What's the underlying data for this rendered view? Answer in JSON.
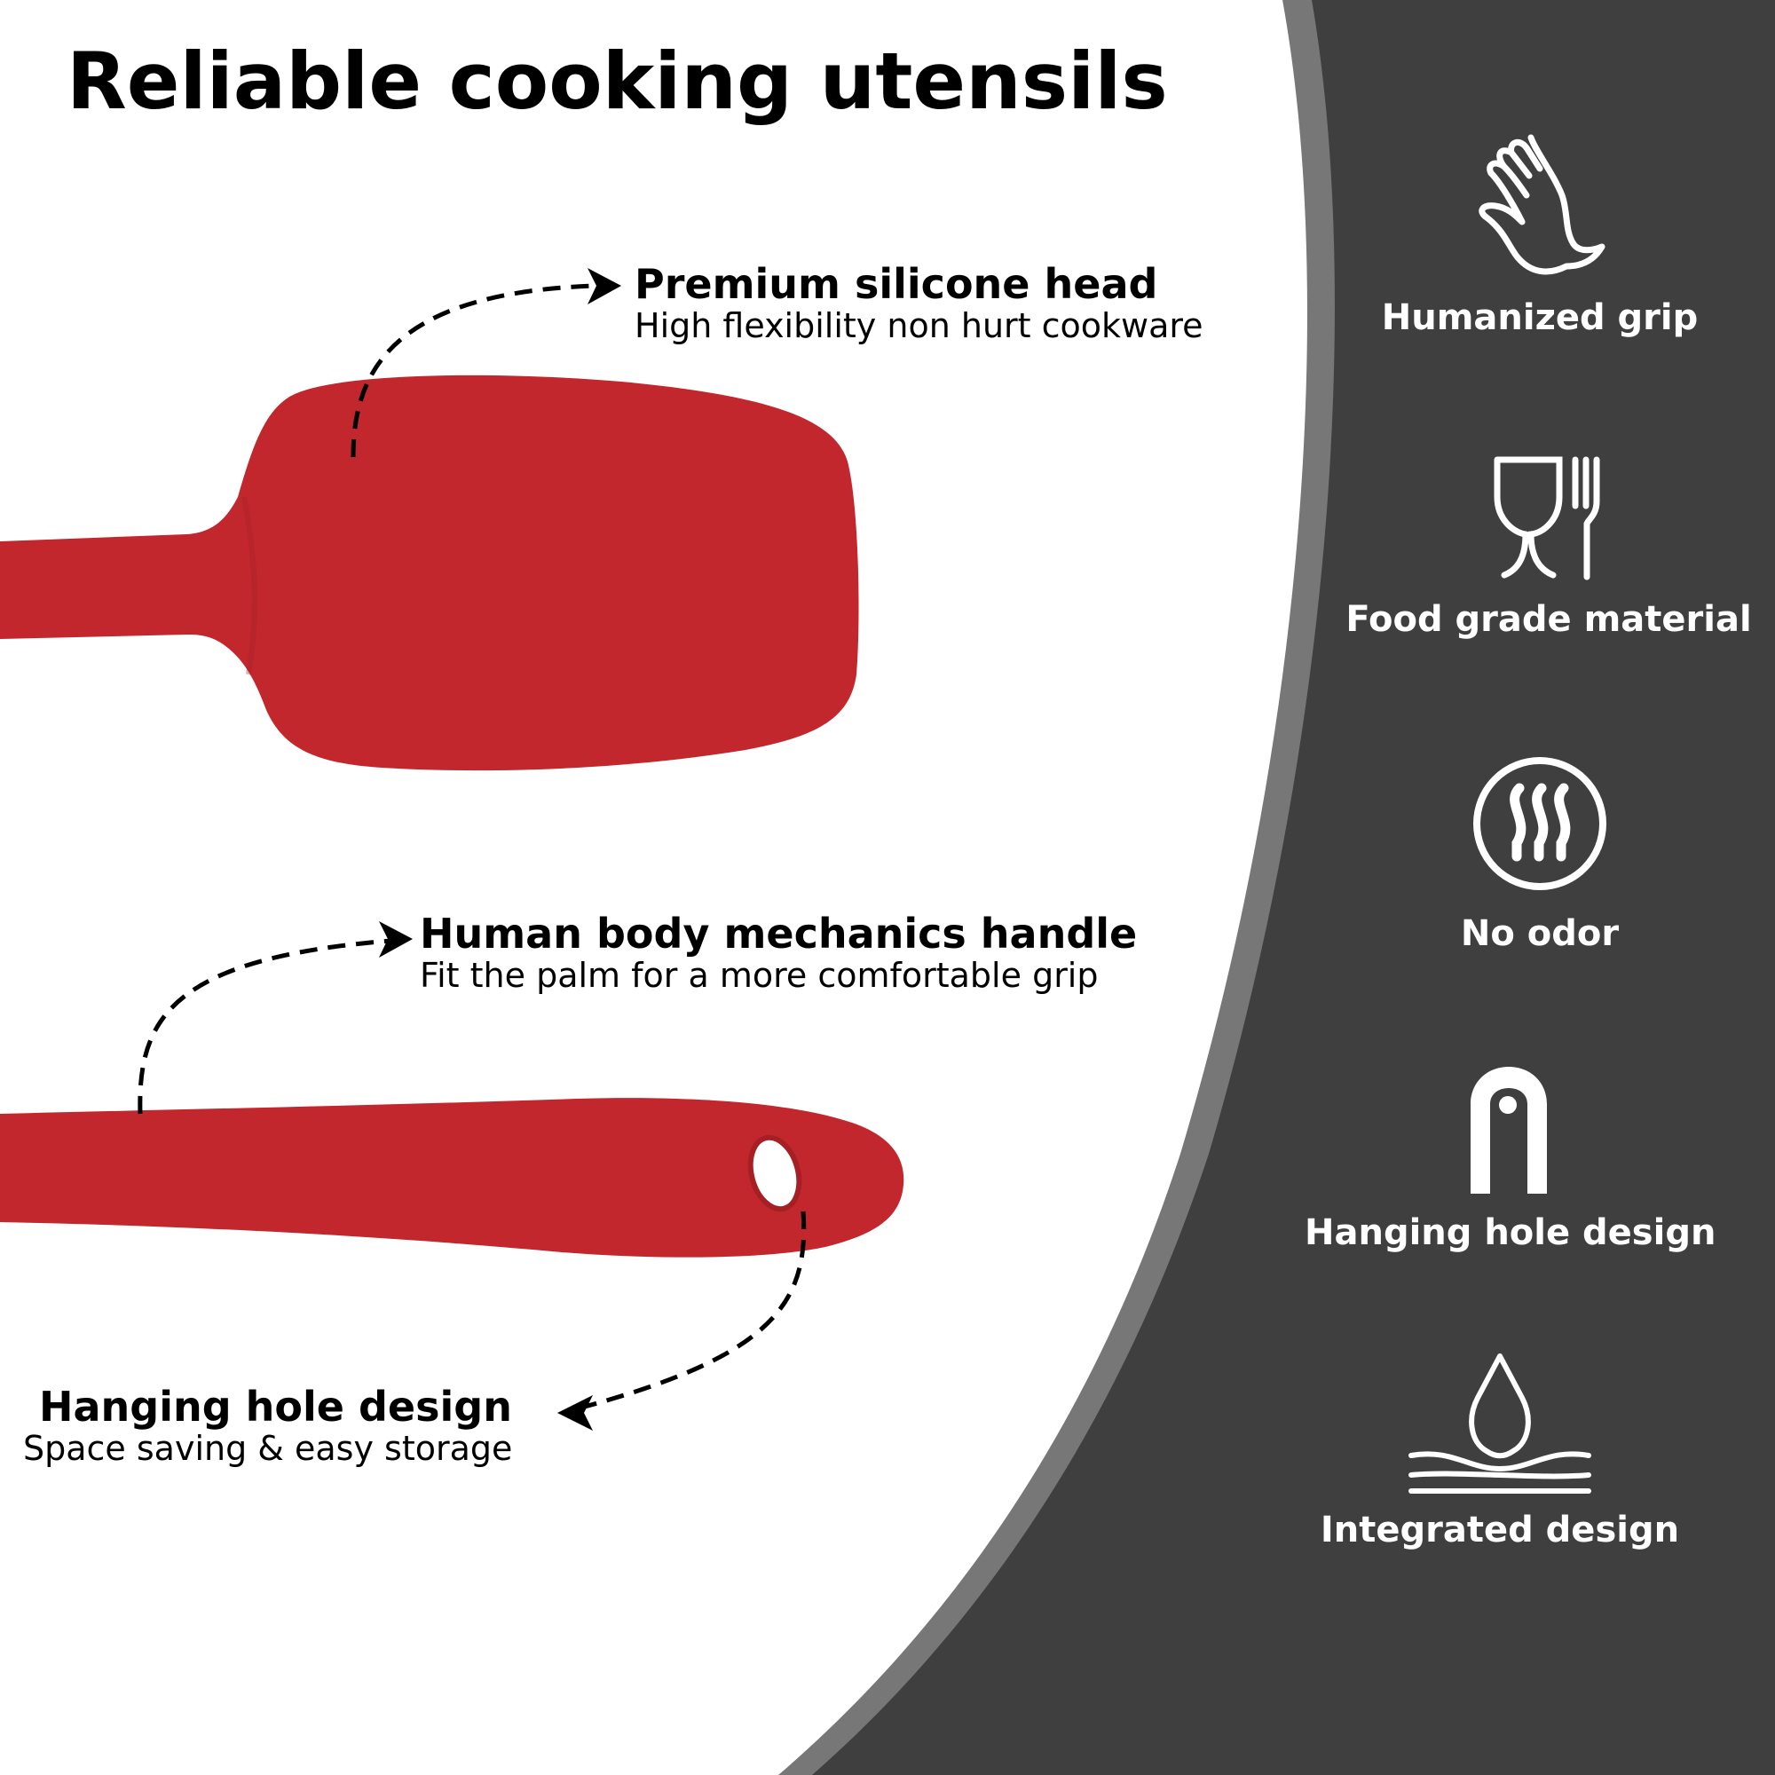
{
  "title": "Reliable cooking utensils",
  "colors": {
    "background": "#ffffff",
    "panel_dark": "#3f3f3f",
    "panel_border_gray": "#777777",
    "silicone_red": "#c1272d",
    "text_dark": "#000000",
    "text_light": "#ffffff"
  },
  "callouts": [
    {
      "heading": "Premium silicone head",
      "subtext": "High flexibility non hurt cookware",
      "target": "spatula-head"
    },
    {
      "heading": "Human body mechanics handle",
      "subtext": "Fit the palm for a more comfortable grip",
      "target": "spatula-handle"
    },
    {
      "heading": "Hanging hole design",
      "subtext": "Space saving & easy storage",
      "target": "hanging-hole"
    }
  ],
  "features": [
    {
      "label": "Humanized grip",
      "icon": "hand-icon"
    },
    {
      "label": "Food grade material",
      "icon": "glass-fork-icon"
    },
    {
      "label": "No odor",
      "icon": "odor-waves-icon"
    },
    {
      "label": "Hanging hole design",
      "icon": "hanging-hook-icon"
    },
    {
      "label": "Integrated design",
      "icon": "water-drop-icon"
    }
  ]
}
